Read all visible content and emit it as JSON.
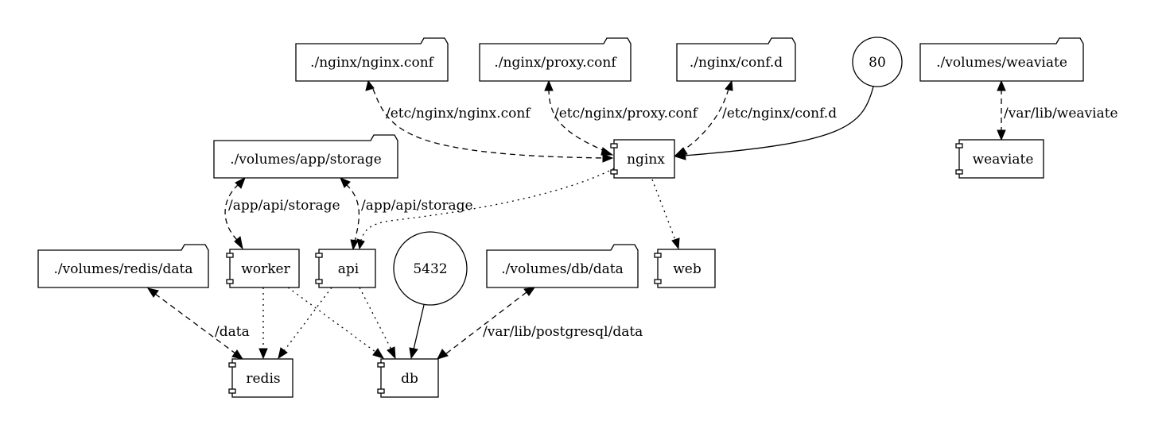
{
  "volumes": {
    "nginx_conf": "./nginx/nginx.conf",
    "proxy_conf": "./nginx/proxy.conf",
    "conf_d": "./nginx/conf.d",
    "weaviate": "./volumes/weaviate",
    "app_storage": "./volumes/app/storage",
    "redis_data": "./volumes/redis/data",
    "db_data": "./volumes/db/data"
  },
  "ports": {
    "p80": "80",
    "p5432": "5432"
  },
  "services": {
    "nginx": "nginx",
    "weaviate": "weaviate",
    "worker": "worker",
    "api": "api",
    "web": "web",
    "redis": "redis",
    "db": "db"
  },
  "edge_labels": {
    "nginx_conf": "/etc/nginx/nginx.conf",
    "proxy_conf": "/etc/nginx/proxy.conf",
    "conf_d": "/etc/nginx/conf.d",
    "weaviate": "/var/lib/weaviate",
    "worker_storage": "/app/api/storage",
    "api_storage": "/app/api/storage",
    "redis_data": "/data",
    "db_data": "/var/lib/postgresql/data"
  }
}
